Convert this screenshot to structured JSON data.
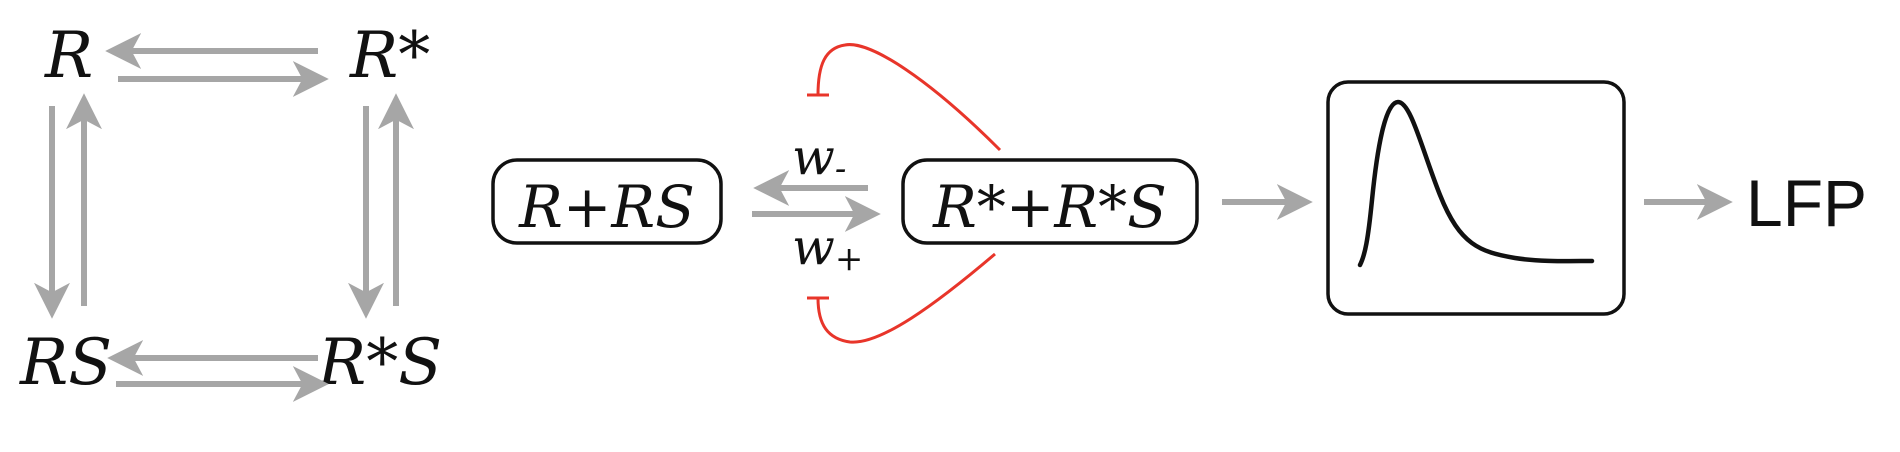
{
  "scheme": {
    "states": {
      "r": "R",
      "r_star": "R*",
      "rs": "RS",
      "r_star_s": "R*S"
    },
    "box_inactive": "R+RS",
    "box_active": "R*+R*S",
    "rate_minus": "w",
    "rate_minus_sub": "-",
    "rate_plus": "w",
    "rate_plus_sub": "+",
    "output": "LFP",
    "response_kernel_icon": "peaked-response-curve-icon"
  },
  "colors": {
    "arrow": "#a6a6a6",
    "inhibition": "#e8352a",
    "text": "#111111"
  }
}
